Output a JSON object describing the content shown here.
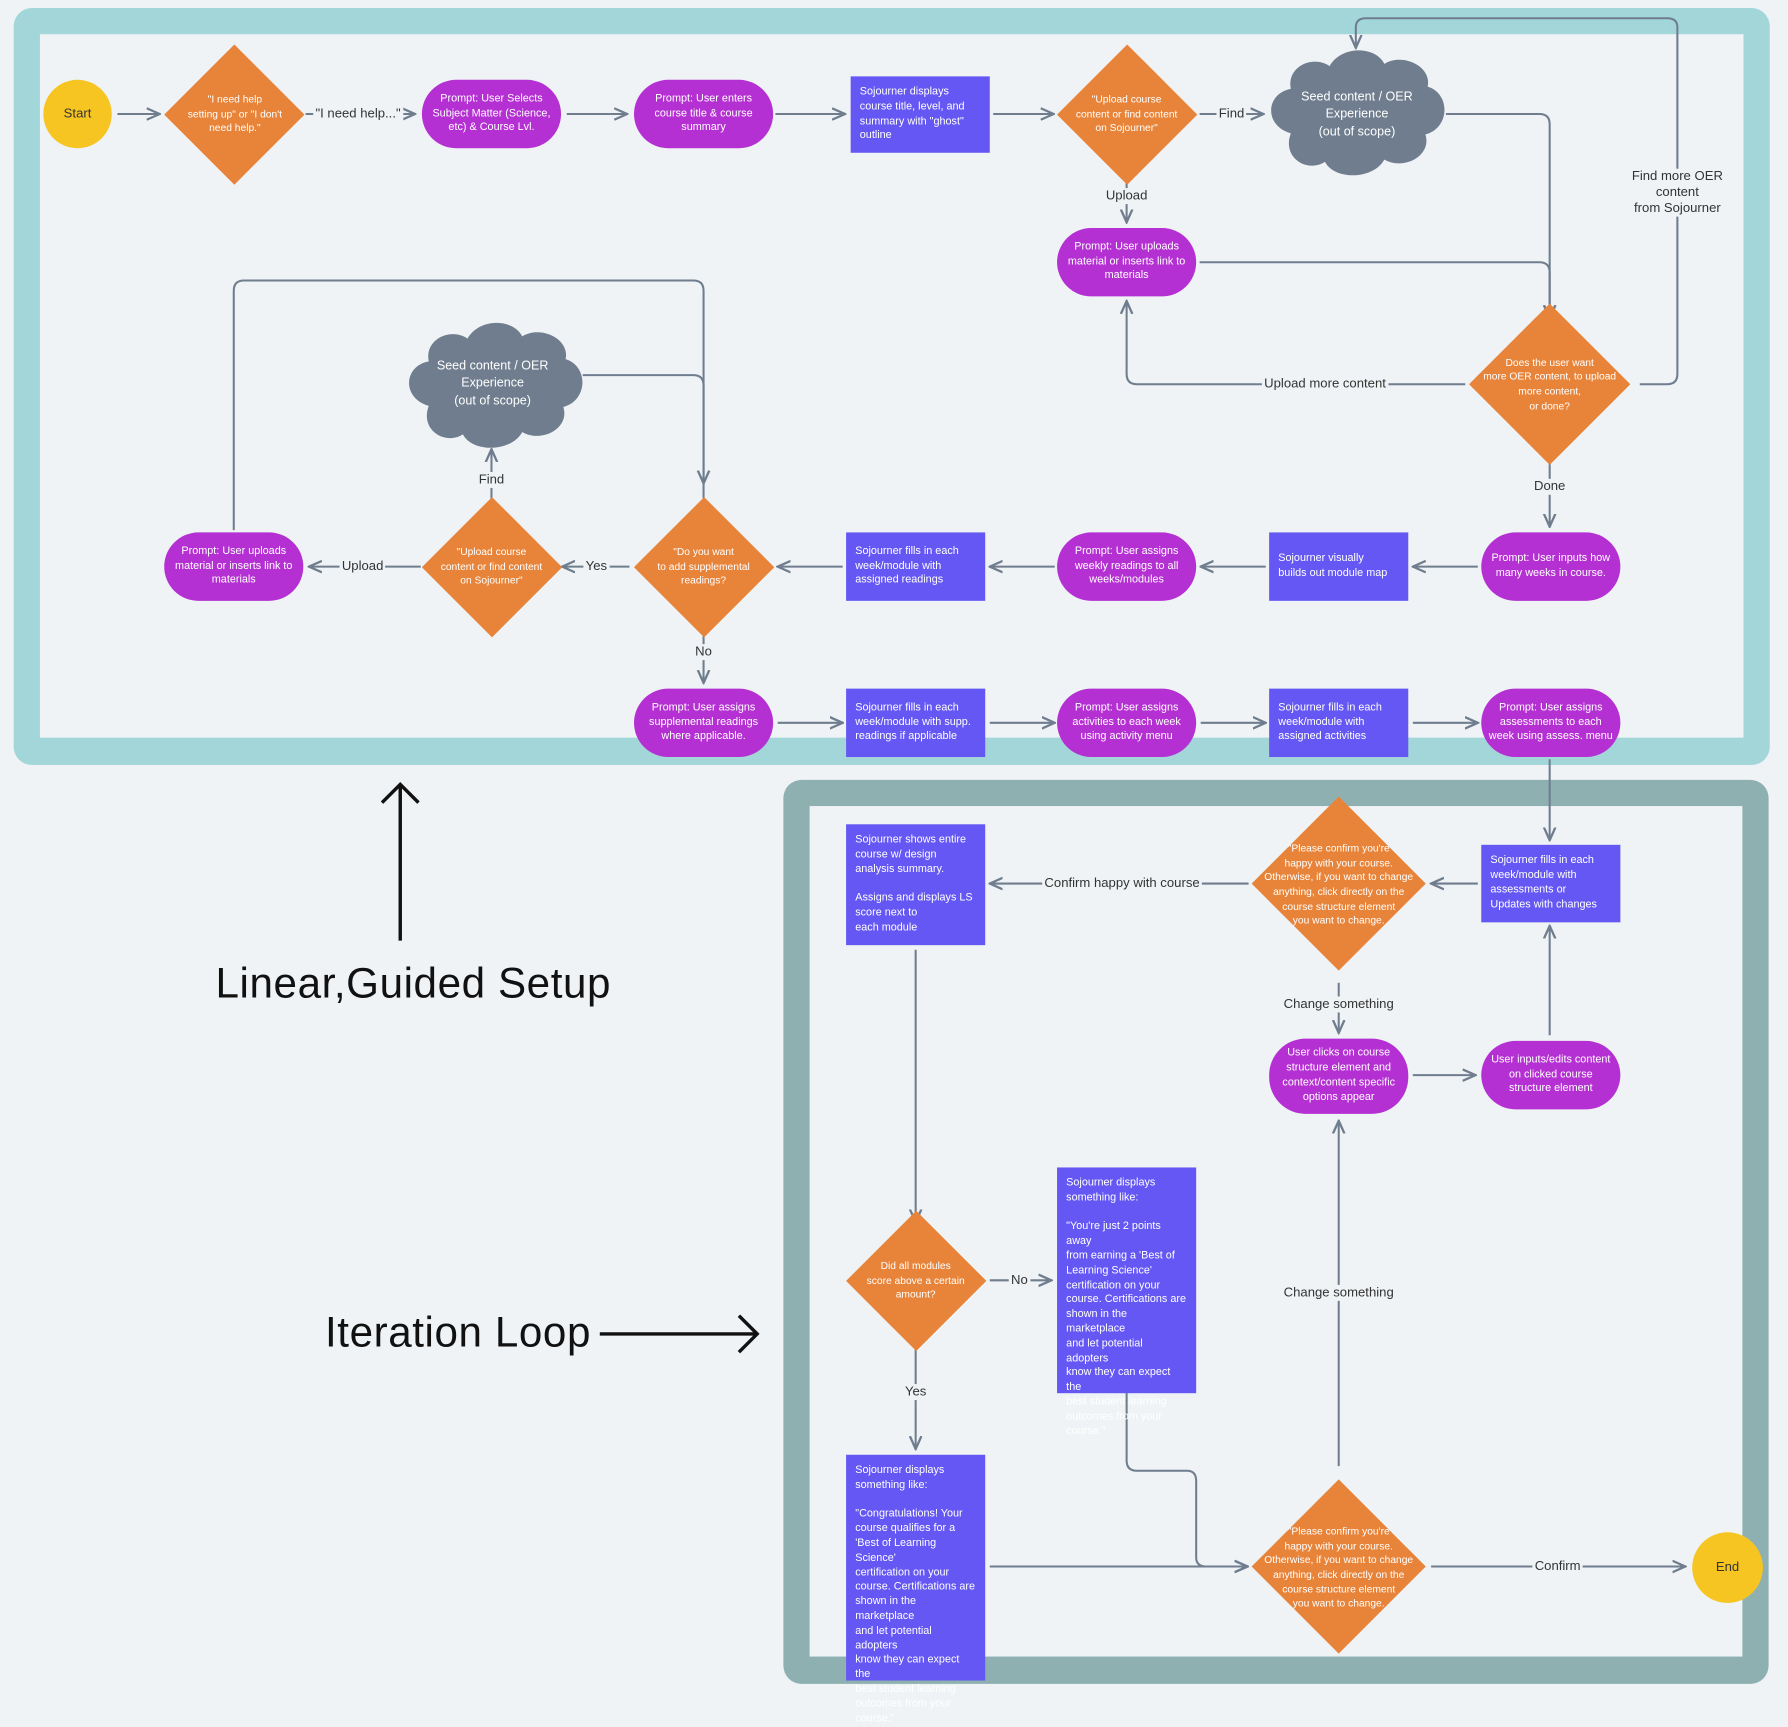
{
  "frames": {
    "top_label": "Linear,Guided Setup",
    "bottom_label": "Iteration Loop"
  },
  "terminals": {
    "start": "Start",
    "end": "End"
  },
  "clouds": {
    "top": "Seed content / OER\nExperience\n(out of scope)",
    "middle": "Seed content / OER\nExperience\n(out of scope)"
  },
  "decisions": {
    "need_help": "\"I need help\nsetting up\" or \"I don't\nneed help.\"",
    "upload_or_find_top": "\"Upload course\ncontent or find content\non Sojourner\"",
    "more_content": "Does the user want\nmore OER content, to upload\nmore content,\nor done?",
    "supplemental": "\"Do you want\nto add supplemental\nreadings?",
    "upload_or_find_mid": "\"Upload course\ncontent or find content\non Sojourner\"",
    "confirm_happy_1": "\"Please confirm you're\nhappy with your course.\nOtherwise, if you want to change\nanything, click directly on the\ncourse structure element\nyou want to change.",
    "all_modules_score": "Did all modules\nscore above a certain\namount?",
    "confirm_happy_2": "\"Please confirm you're\nhappy with your course.\nOtherwise, if you want to change\nanything, click directly on the\ncourse structure element\nyou want to change."
  },
  "prompts": {
    "select_subject": "Prompt: User Selects Subject Matter (Science, etc) & Course Lvl.",
    "enter_title": "Prompt: User enters course title & course summary",
    "upload_material_top": "Prompt: User uploads material or inserts link to materials",
    "inputs_weeks": "Prompt: User inputs how many weeks in course.",
    "assign_weekly": "Prompt: User assigns weekly readings to all weeks/modules",
    "upload_material_left": "Prompt: User uploads material or inserts link to materials",
    "assign_supplemental": "Prompt: User assigns supplemental readings where applicable.",
    "assign_activities": "Prompt: User assigns activities to each week using activity menu",
    "assign_assessments": "Prompt: User assigns assessments to each week using assess. menu",
    "clicks_element": "User clicks on course structure element and context/content specific options appear",
    "edits_content": "User inputs/edits content on clicked course structure element"
  },
  "processes": {
    "displays_outline": "Sojourner displays\ncourse title, level, and\nsummary with \"ghost\"\noutline",
    "builds_module_map": "Sojourner visually\nbuilds out module map",
    "fills_assigned_readings": "Sojourner fills in each\nweek/module with\nassigned readings",
    "fills_supp_readings": "Sojourner fills in each\nweek/module with supp.\nreadings if applicable",
    "fills_activities": "Sojourner fills in each\nweek/module with\nassigned activities",
    "fills_assessments": "Sojourner fills in each\nweek/module with\nassessments or\nUpdates with changes",
    "shows_summary": "Sojourner shows entire\ncourse w/ design\nanalysis summary.\n\nAssigns and displays LS\nscore next to\neach module",
    "displays_points_away": "Sojourner displays\nsomething like:\n\n\"You're just 2 points away\nfrom earning a 'Best of\nLearning Science'\ncertification on your\ncourse. Certifications are\nshown in the marketplace\nand let potential adopters\nknow they can expect the\nbest student learning\noutcomes from your\ncourse.\"",
    "displays_congrats": "Sojourner displays\nsomething like:\n\n\"Congratulations! Your\ncourse qualifies for a\n'Best of Learning Science'\ncertification on your\ncourse. Certifications are\nshown in the marketplace\nand let potential adopters\nknow they can expect the\nbest student learning\noutcomes from your\ncourse.\""
  },
  "edge_labels": {
    "i_need_help": "\"I need help...\"",
    "find_top": "Find",
    "upload_top": "Upload",
    "find_more_oer": "Find more OER content\nfrom Sojourner",
    "upload_more": "Upload more content",
    "done": "Done",
    "yes_mid": "Yes",
    "upload_left": "Upload",
    "find_mid": "Find",
    "no_mid": "No",
    "confirm_happy": "Confirm happy with course",
    "change_something_1": "Change something",
    "change_something_2": "Change something",
    "no_score": "No",
    "yes_score": "Yes",
    "confirm": "Confirm"
  }
}
